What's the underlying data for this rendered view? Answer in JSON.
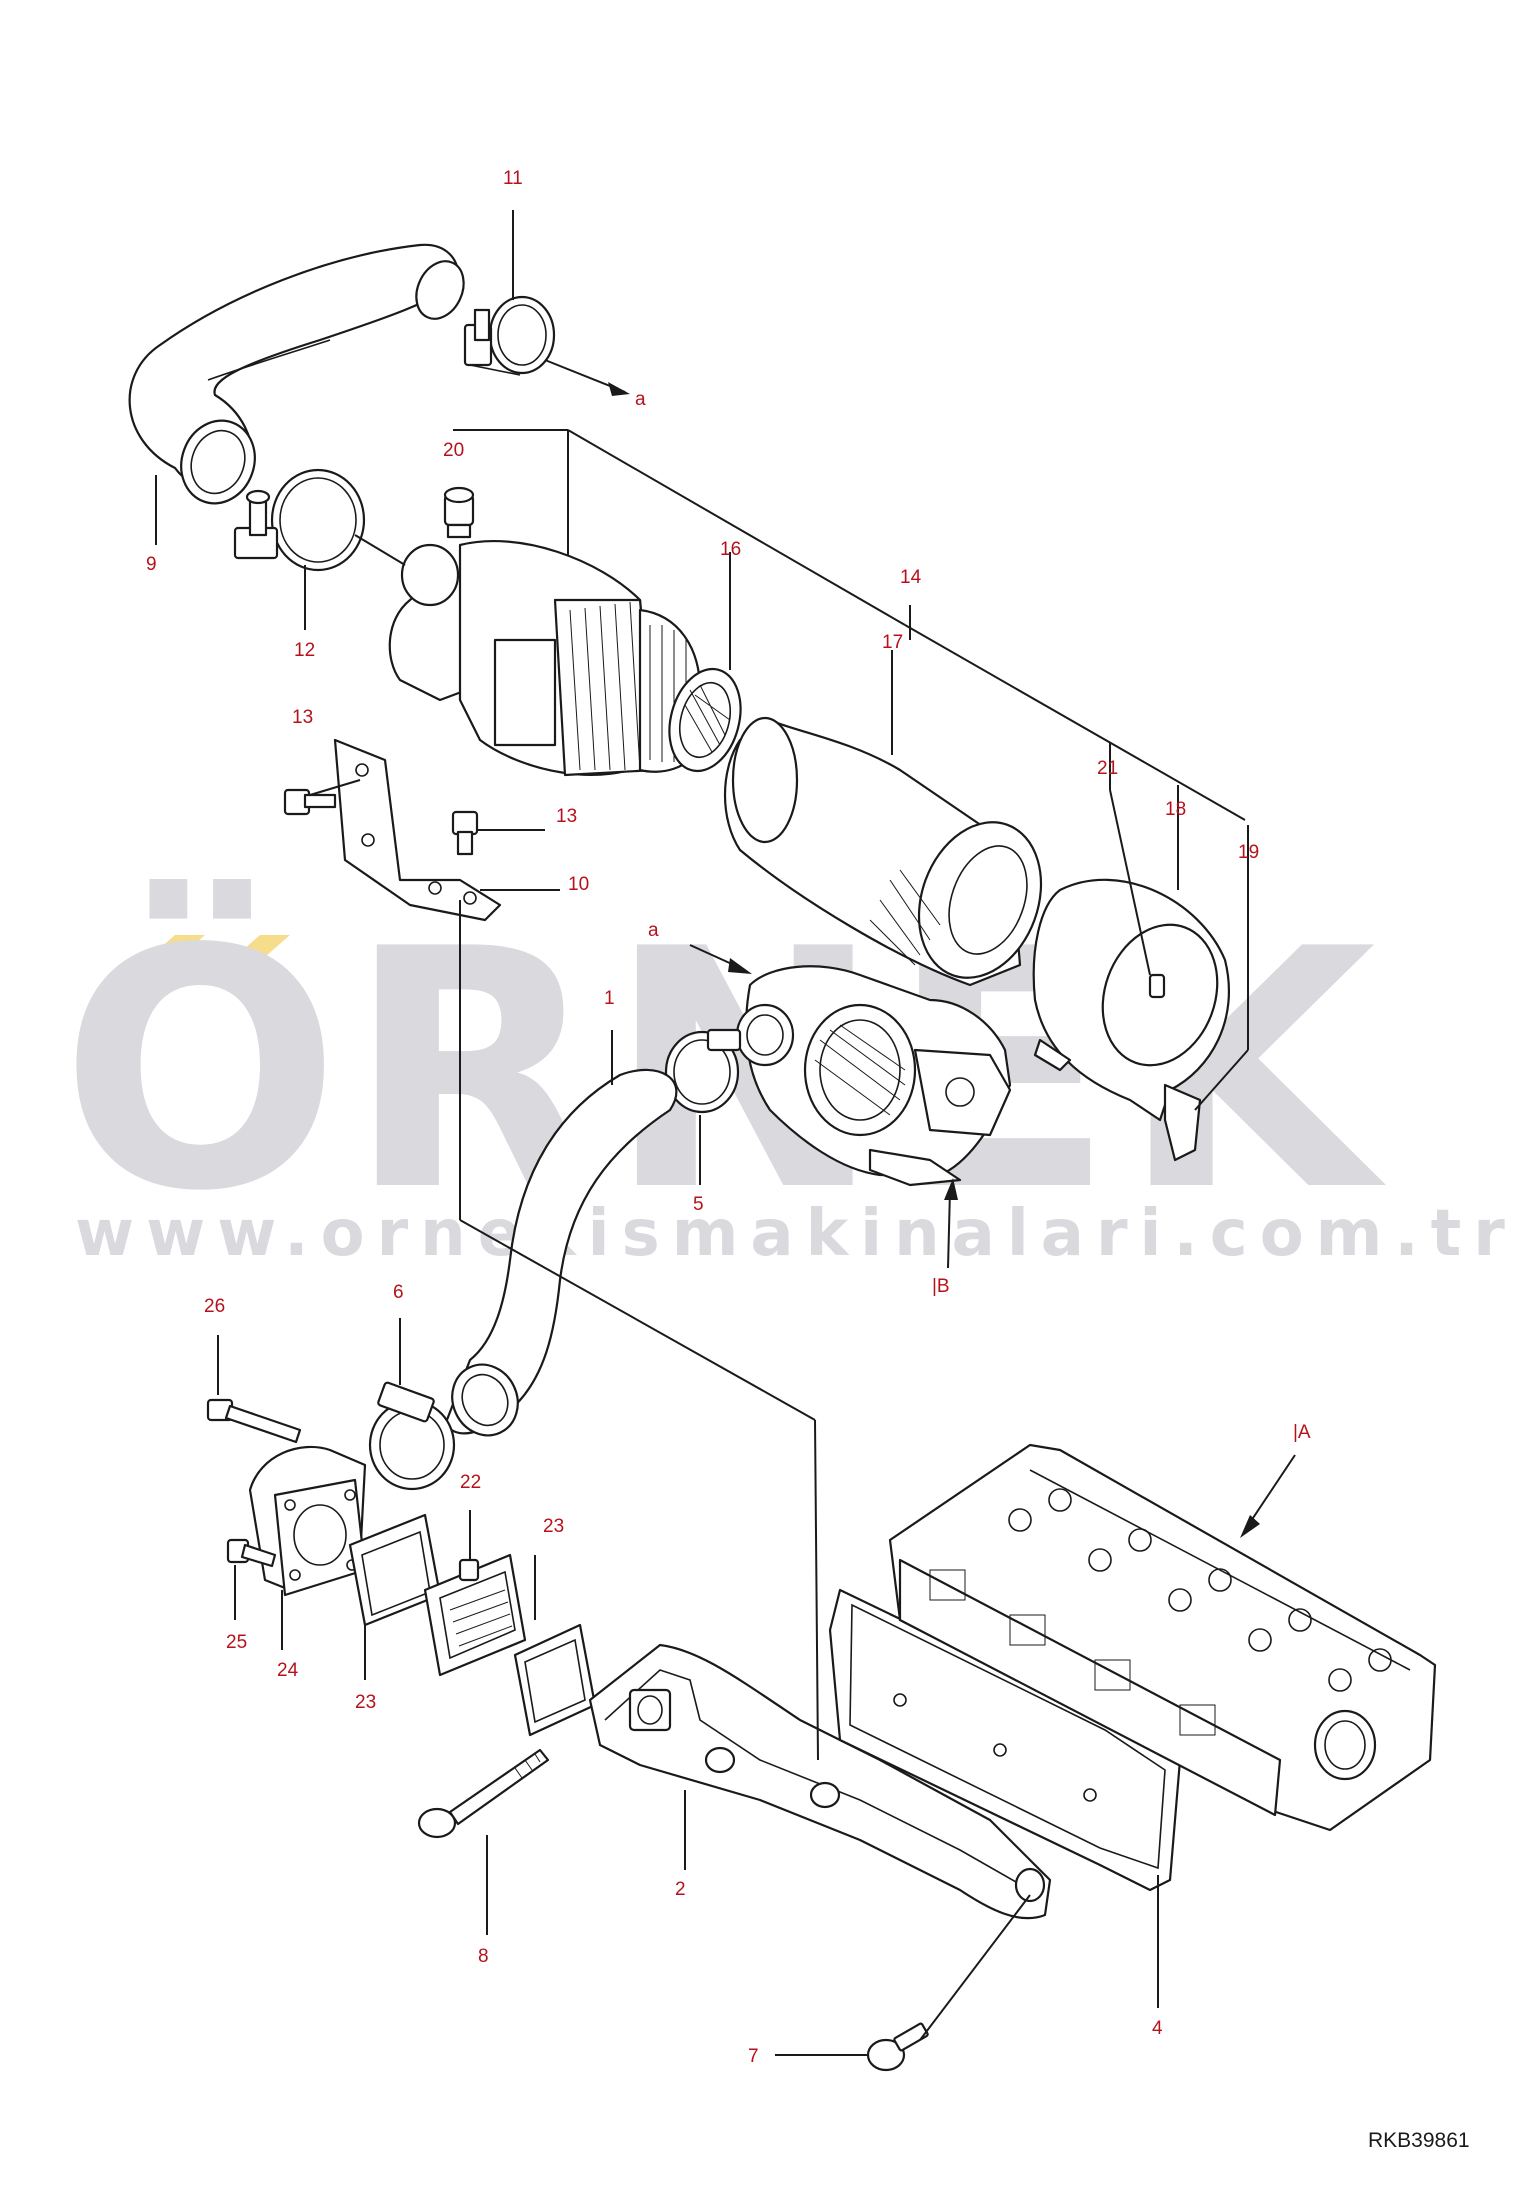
{
  "watermark": {
    "word": "ÖRNEK",
    "url": "www.ornekismakinalari.com.tr",
    "accent_color": "#f6dd8c",
    "text_color": "#d9d9de"
  },
  "callouts": {
    "c1": "1",
    "c2": "2",
    "c4": "4",
    "c5": "5",
    "c6": "6",
    "c7": "7",
    "c8": "8",
    "c9": "9",
    "c10": "10",
    "c11": "11",
    "c12": "12",
    "c13a": "13",
    "c13b": "13",
    "c14": "14",
    "c16": "16",
    "c17": "17",
    "c18": "18",
    "c19": "19",
    "c20": "20",
    "c21": "21",
    "c22": "22",
    "c23a": "23",
    "c23b": "23",
    "c24": "24",
    "c25": "25",
    "c26": "26"
  },
  "references": {
    "a_top": "a",
    "a_mid": "a",
    "view_a": "|A",
    "view_b": "|B"
  },
  "drawing_code": "RKB39861",
  "colors": {
    "callout": "#b5121b",
    "line": "#1a1a1a"
  }
}
